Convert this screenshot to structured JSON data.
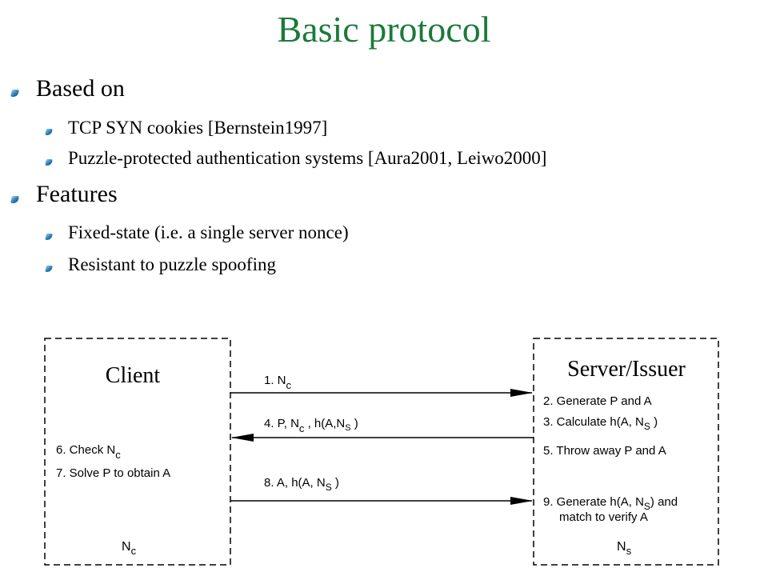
{
  "slide": {
    "title": "Basic protocol"
  },
  "bullets": [
    {
      "label": "Based on",
      "sub": [
        "TCP SYN cookies [Bernstein1997]",
        "Puzzle-protected authentication systems [Aura2001, Leiwo2000]"
      ]
    },
    {
      "label": "Features",
      "sub": [
        "Fixed-state (i.e. a single server nonce)",
        "Resistant to puzzle spoofing"
      ]
    }
  ],
  "diagram": {
    "client": {
      "label": "Client",
      "steps": [
        "6.  Check  N",
        "7.  Solve P to obtain A"
      ],
      "step6_sub": "c",
      "nonce": "N",
      "nonce_sub": "c"
    },
    "server": {
      "label": "Server/Issuer",
      "step2": "2. Generate P and A",
      "step3_pre": "3. Calculate h(A, N",
      "step3_sub": "S",
      "step3_post": " )",
      "step5": "5. Throw away P and A",
      "step9_pre": "9. Generate h(A,  N",
      "step9_sub": "S",
      "step9_post": ") and",
      "step9_line2": "match to verify A",
      "nonce": "N",
      "nonce_sub": "s"
    },
    "messages": {
      "m1_pre": "1. N",
      "m1_sub": "c",
      "m4_pre": "4.  P,  N",
      "m4_sub": "c",
      "m4_mid": " , h(A,N",
      "m4_sub2": "S",
      "m4_post": " )",
      "m8_pre": "8. A, h(A, N",
      "m8_sub": "S",
      "m8_post": " )"
    }
  }
}
